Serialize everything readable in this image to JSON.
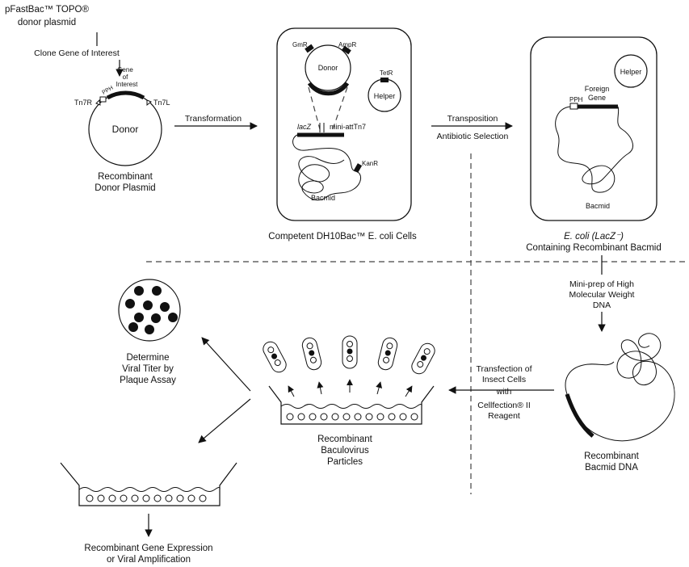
{
  "top_left": {
    "title_line1": "pFastBac™ TOPO®",
    "title_line2": "donor plasmid",
    "clone_step": "Clone Gene of Interest",
    "gene_line1": "Gene",
    "gene_line2": "of",
    "gene_line3": "Interest",
    "pph": "PPH",
    "tn7r": "Tn7R",
    "tn7l": "Tn7L",
    "donor": "Donor",
    "caption_line1": "Recombinant",
    "caption_line2": "Donor Plasmid"
  },
  "transformation": "Transformation",
  "dh10bac": {
    "gm": "GmR",
    "amp": "AmpR",
    "donor": "Donor",
    "tet": "TetR",
    "helper": "Helper",
    "lacz": "lacZ",
    "mini_att": "mini-attTn7",
    "kan": "KanR",
    "bacmid": "Bacmid",
    "caption": "Competent DH10Bac™ E. coli Cells"
  },
  "transposition": {
    "line1": "Transposition",
    "line2": "Antibiotic Selection"
  },
  "ecoli_lacz": {
    "helper": "Helper",
    "pph": "PPH",
    "foreign_line1": "Foreign",
    "foreign_line2": "Gene",
    "bacmid": "Bacmid",
    "caption_line1": "E. coli (LacZ⁻)",
    "caption_line2": "Containing Recombinant Bacmid"
  },
  "miniprep": {
    "line1": "Mini-prep of High",
    "line2": "Molecular Weight",
    "line3": "DNA"
  },
  "bacmid_dna": {
    "line1": "Recombinant",
    "line2": "Bacmid DNA"
  },
  "transfection": {
    "line1": "Transfection of",
    "line2": "Insect Cells",
    "line3": "with",
    "line4": "Cellfection® II",
    "line5": "Reagent"
  },
  "baculovirus": {
    "line1": "Recombinant",
    "line2": "Baculovirus",
    "line3": "Particles"
  },
  "plaque": {
    "line1": "Determine",
    "line2": "Viral Titer by",
    "line3": "Plaque Assay"
  },
  "expression": {
    "line1": "Recombinant Gene Expression",
    "line2": "or Viral Amplification"
  }
}
